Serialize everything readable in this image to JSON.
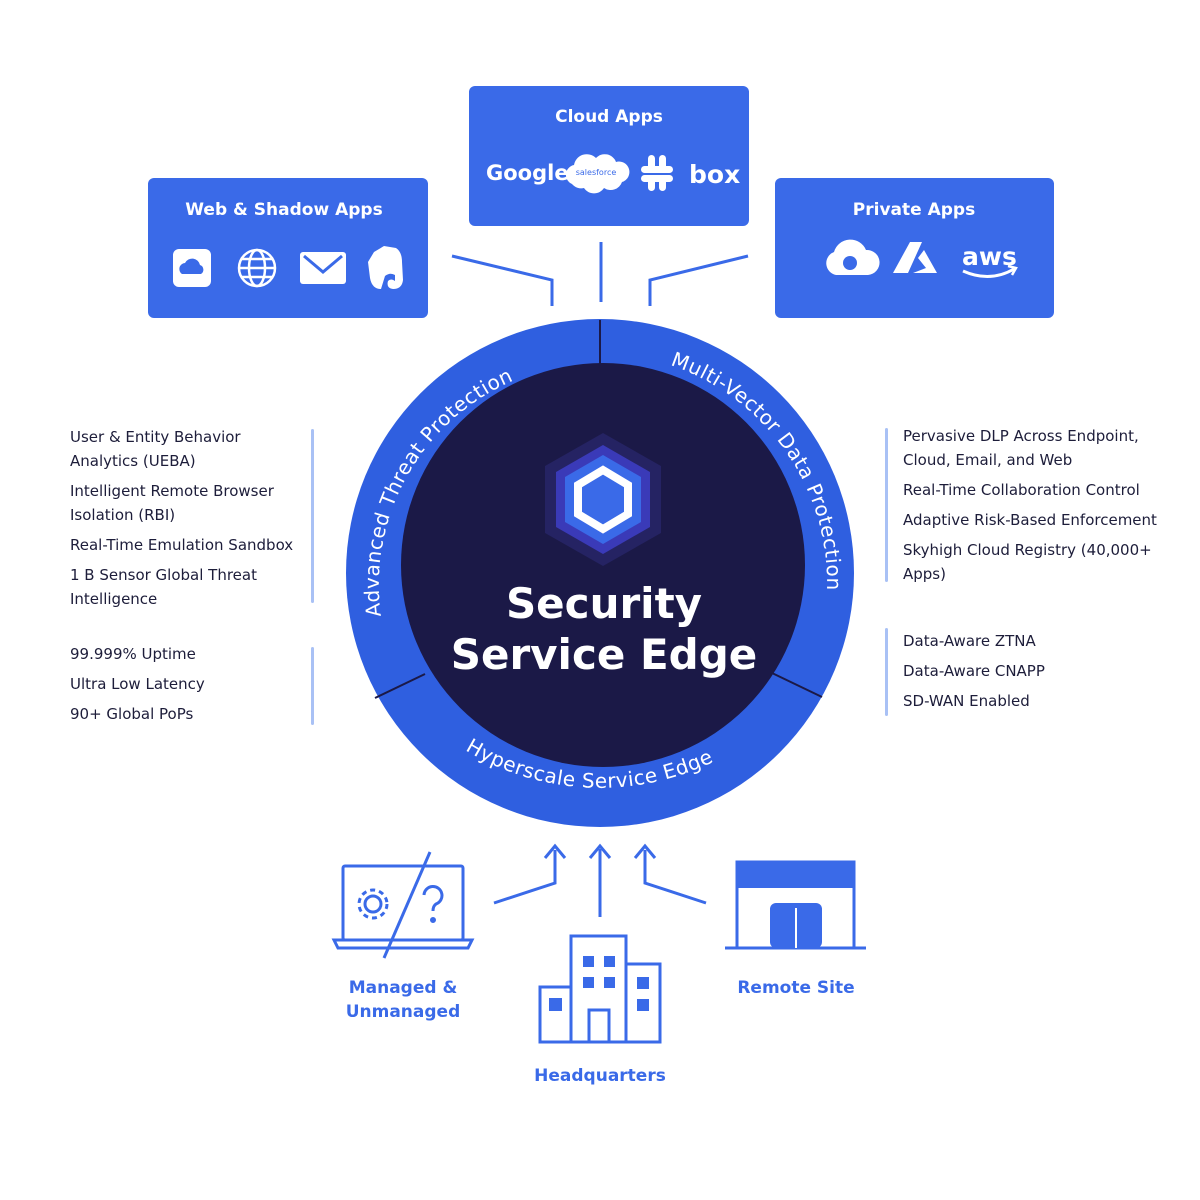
{
  "colors": {
    "primary_blue": "#3a6ae8",
    "navy": "#1b1947",
    "ring_blue": "#2f5fe0",
    "divider": "#1b1947",
    "text_dark": "#1d1d3a",
    "bar_light": "#a9c1f5"
  },
  "top_boxes": {
    "web": {
      "title": "Web & Shadow Apps",
      "icons": [
        "cloud-app-icon",
        "globe-icon",
        "mail-icon",
        "evernote-elephant-icon"
      ]
    },
    "cloud": {
      "title": "Cloud Apps",
      "logos": {
        "google": "Google",
        "salesforce": "salesforce",
        "slack": "slack-icon",
        "box": "box"
      }
    },
    "private": {
      "title": "Private Apps",
      "logos": {
        "gcp": "google-cloud-icon",
        "azure": "azure-icon",
        "aws": "aws"
      }
    }
  },
  "ring": {
    "left": "Advanced Threat Protection",
    "right": "Multi-Vector Data Protection",
    "bottom": "Hyperscale Service Edge"
  },
  "center": {
    "line1": "Security",
    "line2": "Service Edge",
    "icon": "hexagon-logo-icon"
  },
  "left_features": {
    "group1": [
      "User & Entity Behavior Analytics (UEBA)",
      "Intelligent Remote Browser Isolation (RBI)",
      "Real-Time Emulation Sandbox",
      "1 B Sensor Global Threat Intelligence"
    ],
    "group2": [
      "99.999% Uptime",
      "Ultra Low Latency",
      "90+ Global PoPs"
    ]
  },
  "right_features": {
    "group1": [
      "Pervasive DLP Across Endpoint, Cloud, Email, and Web",
      "Real-Time Collaboration Control",
      "Adaptive Risk-Based Enforcement",
      "Skyhigh Cloud Registry (40,000+ Apps)"
    ],
    "group2": [
      "Data-Aware ZTNA",
      "Data-Aware CNAPP",
      "SD-WAN Enabled"
    ]
  },
  "bottom": {
    "managed": {
      "line1": "Managed &",
      "line2": "Unmanaged",
      "icon": "laptop-gear-question-icon"
    },
    "hq": {
      "label": "Headquarters",
      "icon": "office-building-icon"
    },
    "remote": {
      "label": "Remote Site",
      "icon": "storefront-icon"
    }
  }
}
